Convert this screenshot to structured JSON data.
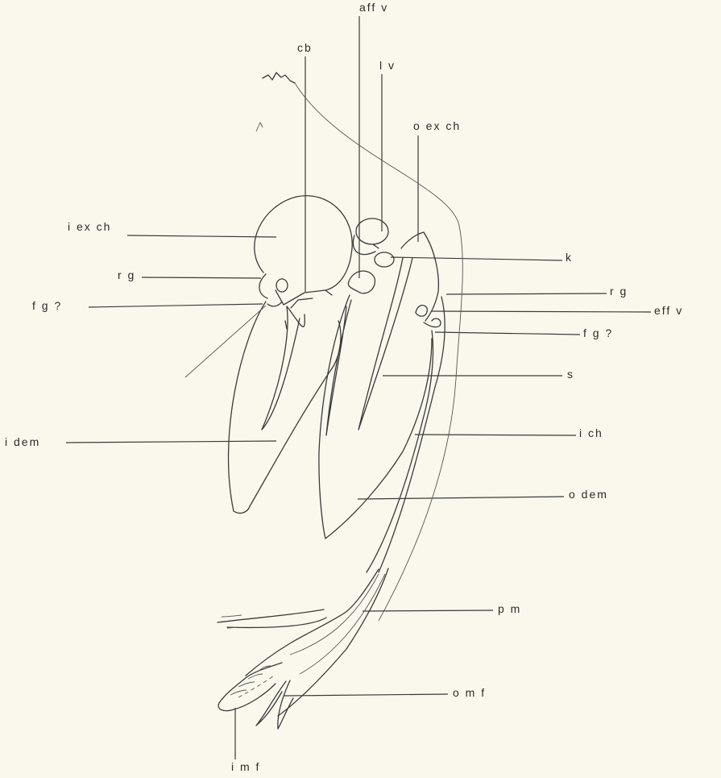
{
  "labels": {
    "aff_v": "aff v",
    "cb": "cb",
    "lv": "l v",
    "o_ex_ch": "o ex ch",
    "i_ex_ch": "i ex ch",
    "k": "k",
    "rg_left": "r g",
    "rg_right": "r g",
    "eff_v": "eff v",
    "fg_left": "f g ?",
    "fg_right": "f g ?",
    "s": "s",
    "i_dem": "i dem",
    "i_ch": "i ch",
    "o_dem": "o dem",
    "pm": "p m",
    "omf": "o m f",
    "imf": "i m f"
  },
  "colors": {
    "background": "#faf8ec",
    "ink": "#3a3a3a"
  }
}
